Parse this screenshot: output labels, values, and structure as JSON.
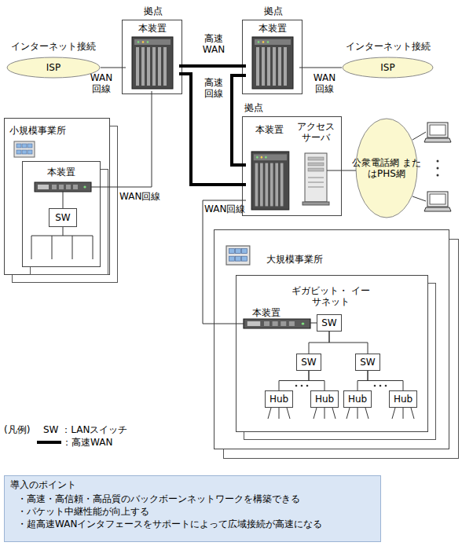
{
  "diagram": {
    "nodes": [
      {
        "text": [
          "インターネット接続",
          "ISP"
        ]
      },
      {
        "text": [
          "拠点"
        ]
      },
      {
        "text": [
          "本装置"
        ],
        "in": 1
      },
      {
        "text": [
          "拠点"
        ]
      },
      {
        "text": [
          "本装置"
        ],
        "in": 3
      },
      {
        "text": [
          "インターネット接続",
          "ISP"
        ]
      },
      {
        "text": [
          "小規模事業所"
        ]
      },
      {
        "text": [
          "本装置"
        ],
        "in": 6
      },
      {
        "text": [
          "SW"
        ],
        "in": 7
      },
      {
        "text": [
          "拠点"
        ]
      },
      {
        "text": [
          "本装置"
        ],
        "in": 9
      },
      {
        "text": [
          "アクセス サーバ"
        ],
        "in": 9
      },
      {
        "text": [
          "公衆電話網 またはPHS網"
        ]
      },
      {
        "text": [
          "大規模事業所"
        ]
      },
      {
        "text": [
          "ギガビット・ イーサネット",
          "本装置"
        ],
        "in": 13
      },
      {
        "text": [
          "SW"
        ],
        "in": 14
      },
      {
        "text": [
          "SW"
        ],
        "in": 14
      },
      {
        "text": [
          "SW"
        ],
        "in": 14
      },
      {
        "text": [
          "Hub"
        ],
        "in": 14
      },
      {
        "text": [
          "Hub"
        ],
        "in": 14
      },
      {
        "text": [
          "Hub"
        ],
        "in": 14
      },
      {
        "text": [
          "Hub"
        ],
        "in": 14
      },
      {
        "text": [
          "導入のポイント",
          "・高速・高信頼・高品質のバックボーンネットワークを構築できる",
          "・パケット中継性能が向上する",
          "・超高速WANインタフェースをサポートによって広域接続が高速になる"
        ]
      }
    ],
    "edges": [
      {
        "from": 0,
        "to": 2,
        "arrow": "none",
        "label": "WAN 回線"
      },
      {
        "from": 2,
        "to": 4,
        "arrow": "none",
        "label": "高速 WAN"
      },
      {
        "from": 2,
        "to": 10,
        "arrow": "none",
        "label": "高速 回線"
      },
      {
        "from": 4,
        "to": 10,
        "arrow": "none"
      },
      {
        "from": 5,
        "to": 4,
        "arrow": "none",
        "label": "WAN 回線"
      },
      {
        "from": 11,
        "to": 12,
        "arrow": "none"
      },
      {
        "from": 2,
        "to": 7,
        "arrow": "none",
        "label": "WAN回線"
      },
      {
        "from": 10,
        "to": 14,
        "arrow": "none",
        "label": "WAN回線"
      },
      {
        "from": 15,
        "to": 16,
        "arrow": "none"
      },
      {
        "from": 15,
        "to": 17,
        "arrow": "none"
      },
      {
        "from": 16,
        "to": 18,
        "arrow": "none"
      },
      {
        "from": 16,
        "to": 19,
        "arrow": "none"
      },
      {
        "from": 17,
        "to": 20,
        "arrow": "none"
      },
      {
        "from": 17,
        "to": 21,
        "arrow": "none"
      }
    ],
    "labels": [
      "(凡例)"
    ],
    "legend": [
      {
        "text": "SW ：LANスイッチ"
      },
      {
        "text": "：高速WAN"
      }
    ]
  }
}
